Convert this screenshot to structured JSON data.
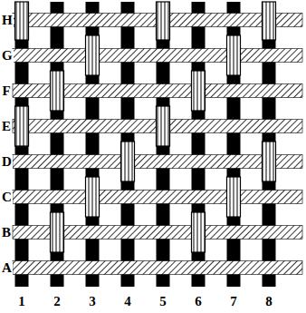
{
  "diagram": {
    "labels": [
      "H",
      "G",
      "F",
      "E",
      "D",
      "C",
      "B",
      "A",
      "1",
      "2",
      "3",
      "4",
      "5",
      "6",
      "7",
      "8"
    ]
  }
}
